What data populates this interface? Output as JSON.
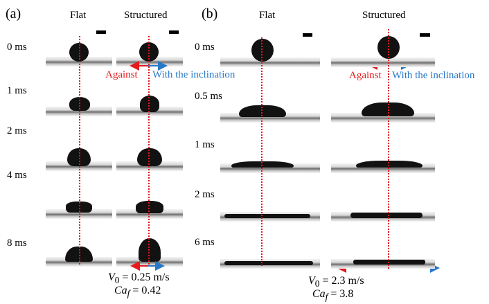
{
  "panels": {
    "a": {
      "label": "(a)",
      "col_flat": "Flat",
      "col_structured": "Structured",
      "times": [
        "0 ms",
        "1 ms",
        "2 ms",
        "4 ms",
        "8 ms"
      ],
      "v0_symbol": "V",
      "v0_sub": "0",
      "v0_value": " = 0.25 m/s",
      "ca_symbol": "Ca",
      "ca_sub": "f",
      "ca_value": " = 0.42"
    },
    "b": {
      "label": "(b)",
      "col_flat": "Flat",
      "col_structured": "Structured",
      "times": [
        "0 ms",
        "0.5 ms",
        "1 ms",
        "2 ms",
        "6 ms"
      ],
      "v0_symbol": "V",
      "v0_sub": "0",
      "v0_value": " = 2.3 m/s",
      "ca_symbol": "Ca",
      "ca_sub": "f",
      "ca_value": " = 3.8"
    }
  },
  "annotations": {
    "against": "Against",
    "with_inclination": "With the inclination"
  },
  "colors": {
    "guide_line": "#e4141b",
    "against_arrow": "#e41a1c",
    "with_arrow": "#2878c8"
  }
}
